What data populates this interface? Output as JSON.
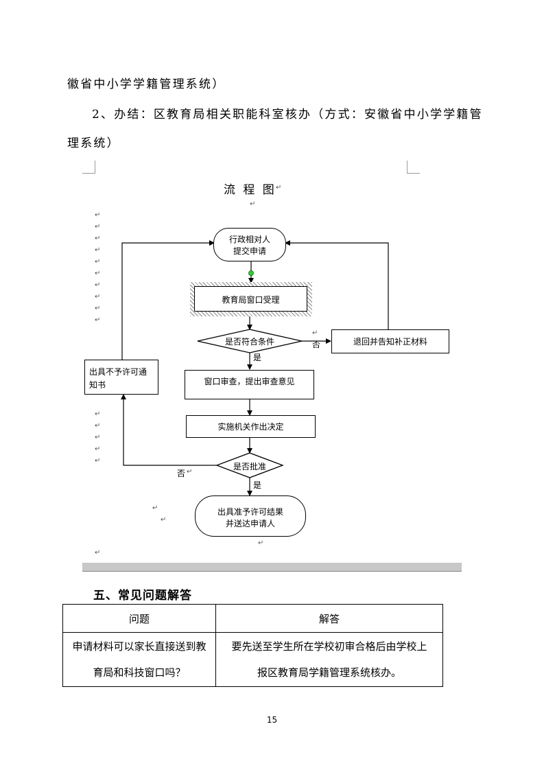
{
  "intro": {
    "line1": "徽省中小学学籍管理系统）",
    "line2": "2、办结：区教育局相关职能科室核办（方式：安徽省中小学学籍管",
    "line3": "理系统）"
  },
  "flowchart": {
    "title": "流 程 图",
    "nodes": {
      "start_line1": "行政相对人",
      "start_line2": "提交申请",
      "accept": "教育局窗口受理",
      "cond1": "是否符合条件",
      "return": "退回并告知补正材料",
      "review": "窗口审查，提出审查意见",
      "decide": "实施机关作出决定",
      "cond2": "是否批准",
      "end_line1": "出具准予许可结果",
      "end_line2": "并送达申请人",
      "deny_line1": "出具不予许可通",
      "deny_line2": "知书"
    },
    "labels": {
      "no1": "否",
      "yes1": "是",
      "no2": "否",
      "yes2": "是"
    },
    "paragraph_mark": "↵"
  },
  "faq": {
    "heading": "五、常见问题解答",
    "col_question": "问题",
    "col_answer": "解答",
    "rows": [
      {
        "q_line1": "申请材料可以家长直接送到教",
        "q_line2": "育局和科技窗口吗？",
        "a_line1": "要先送至学生所在学校初审合格后由学校上",
        "a_line2": "报区教育局学籍管理系统核办。"
      }
    ]
  },
  "page_number": "15"
}
